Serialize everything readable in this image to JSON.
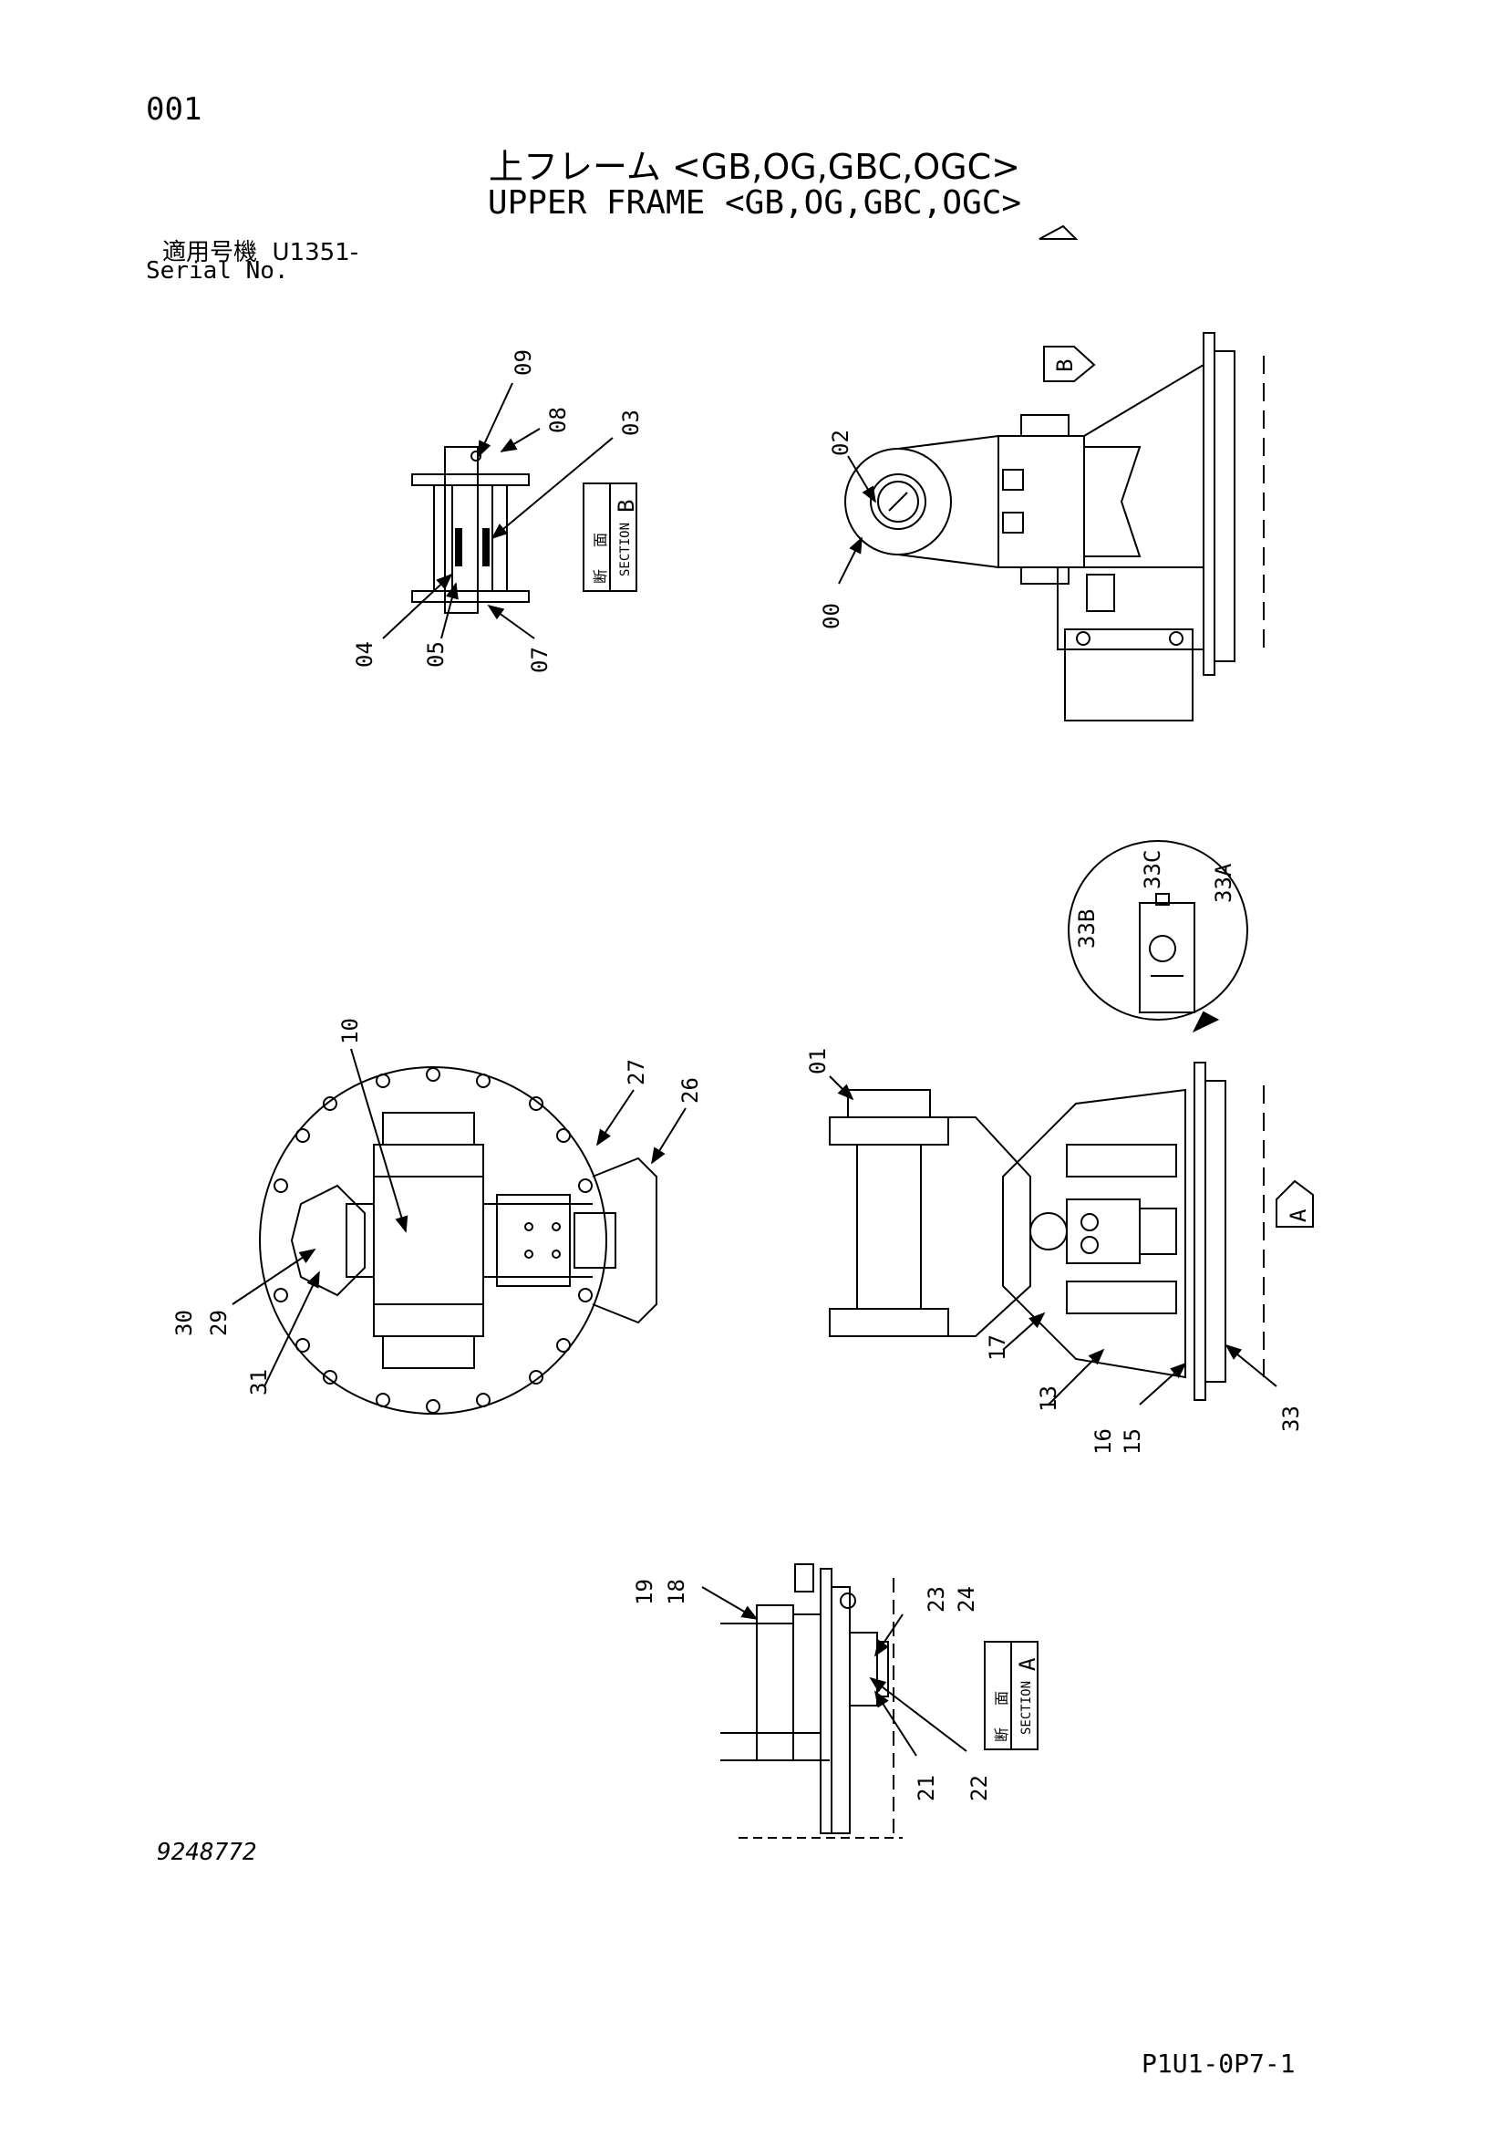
{
  "header": {
    "page_no": "001",
    "title_jp": "上フレーム <GB,OG,GBC,OGC>",
    "title_en": "UPPER FRAME <GB,OG,GBC,OGC>",
    "serial_label_jp": "適用号機",
    "serial_value": "U1351-",
    "serial_label_en": "Serial No."
  },
  "footer": {
    "doc_no": "9248772",
    "page_code": "P1U1-0P7-1"
  },
  "section_labels": {
    "jp_1": "断",
    "jp_2": "面",
    "word": "SECTION",
    "view_a": "A",
    "view_b": "B"
  },
  "part_callouts": {
    "c00": "00",
    "c01": "01",
    "c02": "02",
    "c03": "03",
    "c04": "04",
    "c05": "05",
    "c07": "07",
    "c08": "08",
    "c09": "09",
    "c10": "10",
    "c13": "13",
    "c15": "15",
    "c16": "16",
    "c17": "17",
    "c18": "18",
    "c19": "19",
    "c21": "21",
    "c22": "22",
    "c23": "23",
    "c24": "24",
    "c26": "26",
    "c27": "27",
    "c29": "29",
    "c30": "30",
    "c31": "31",
    "c33": "33",
    "c33a": "33A",
    "c33b": "33B",
    "c33c": "33C"
  }
}
